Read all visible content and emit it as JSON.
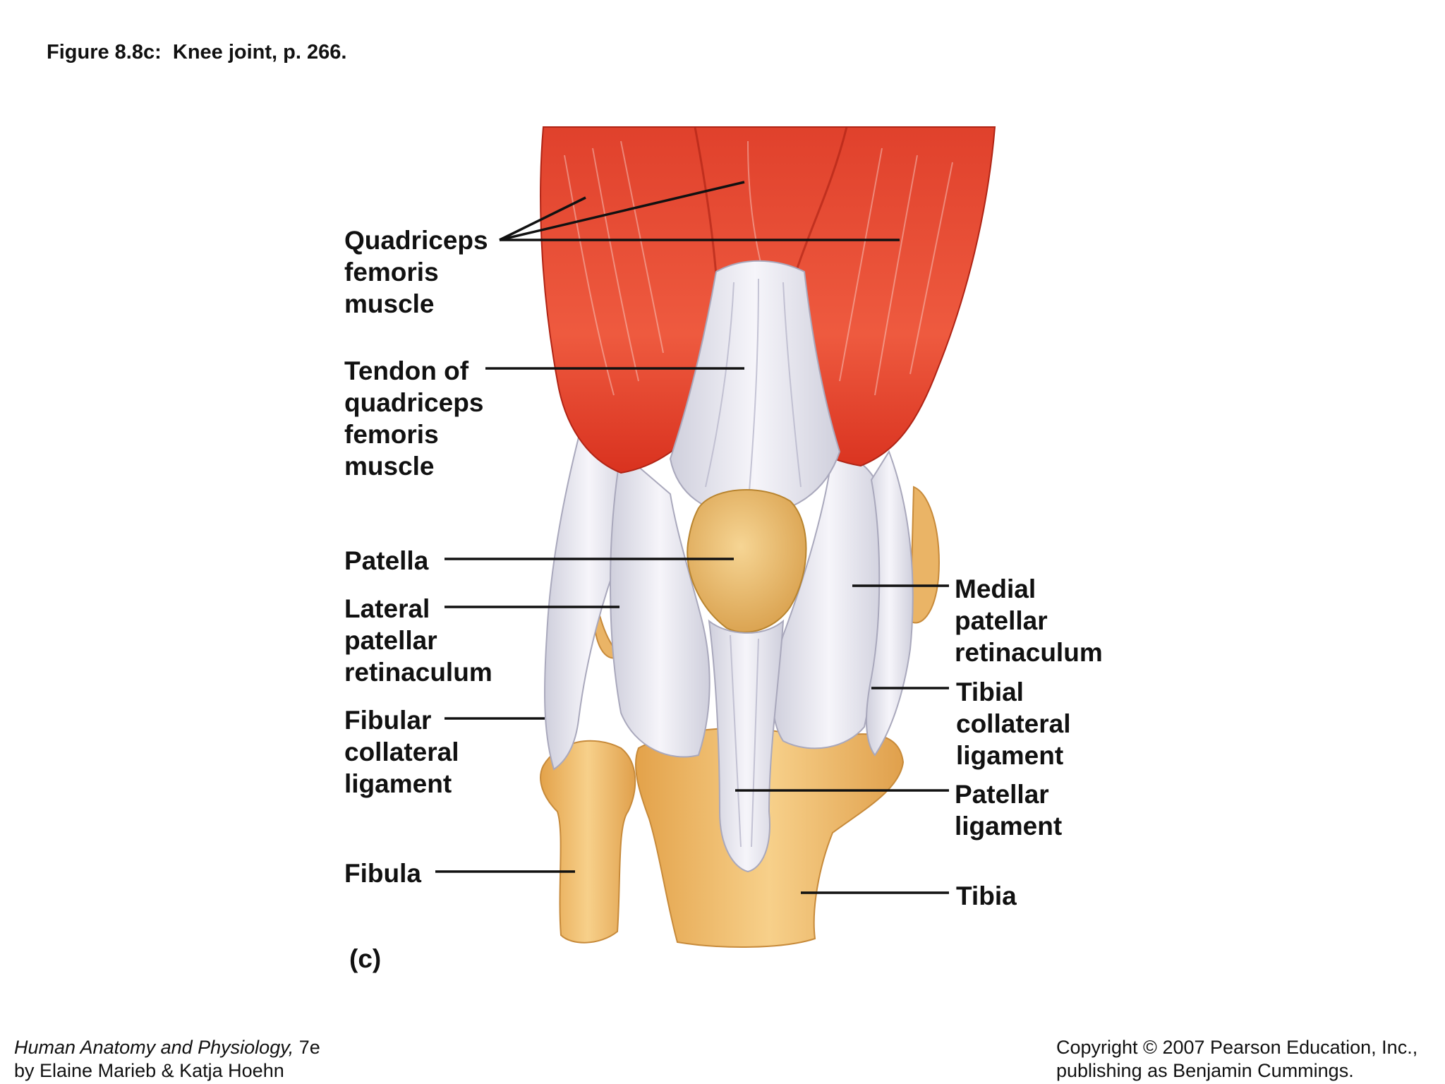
{
  "figure_title": "Figure 8.8c:  Knee joint, p. 266.",
  "labels": {
    "quadriceps": [
      "Quadriceps",
      "femoris",
      "muscle"
    ],
    "tendon": [
      "Tendon of",
      "quadriceps",
      "femoris",
      "muscle"
    ],
    "patella": [
      "Patella"
    ],
    "lateral_retinaculum": [
      "Lateral",
      "patellar",
      "retinaculum"
    ],
    "fibular_collateral": [
      "Fibular",
      "collateral",
      "ligament"
    ],
    "fibula": [
      "Fibula"
    ],
    "medial_retinaculum": [
      "Medial",
      "patellar",
      "retinaculum"
    ],
    "tibial_collateral": [
      "Tibial",
      "collateral",
      "ligament"
    ],
    "patellar_ligament": [
      "Patellar",
      "ligament"
    ],
    "tibia": [
      "Tibia"
    ]
  },
  "panel_letter": "(c)",
  "footer": {
    "book_title": "Human Anatomy and Physiology,",
    "edition": " 7e",
    "authors": "by Elaine Marieb & Katja Hoehn",
    "copyright": "Copyright © 2007 Pearson Education, Inc.,",
    "publisher": "publishing as Benjamin Cummings."
  },
  "colors": {
    "muscle_red": "#e8432f",
    "muscle_dark": "#c62a1c",
    "tendon_white": "#e9e8f0",
    "bone_tan": "#f2c27a",
    "bone_dark": "#d9993f",
    "leader_line": "#111111"
  }
}
